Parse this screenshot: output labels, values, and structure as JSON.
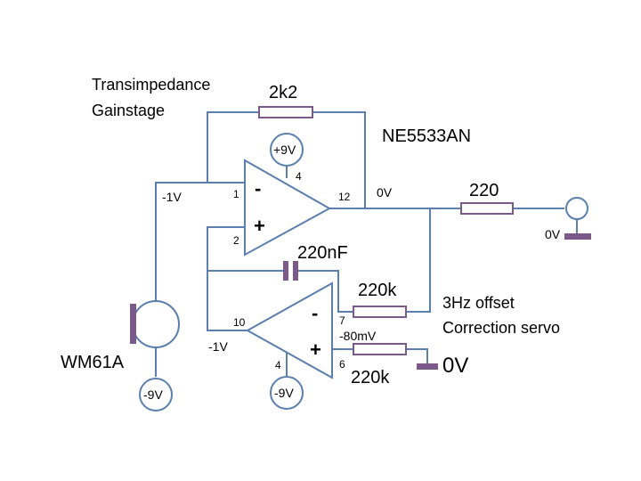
{
  "title_line1": "Transimpedance",
  "title_line2": "Gainstage",
  "opamp_part": "NE5533AN",
  "r_feedback": "2k2",
  "r_output": "220",
  "c_servo": "220nF",
  "r_servo_in": "220k",
  "r_servo_bias": "220k",
  "servo_line1": "3Hz offset",
  "servo_line2": "Correction servo",
  "mic": "WM61A",
  "supply_pos": "+9V",
  "supply_neg_mic": "-9V",
  "supply_neg_servo": "-9V",
  "v_inv": "-1V",
  "v_servo_out": "-1V",
  "v_out": "0V",
  "v_out_jack": "0V",
  "v_servo_bias": "-80mV",
  "v_gnd": "0V",
  "pins": {
    "p1": "1",
    "p2": "2",
    "p4a": "4",
    "p12": "12",
    "p10": "10",
    "p7": "7",
    "p6": "6",
    "p4b": "4"
  },
  "signs": {
    "minus": "-",
    "plus": "+"
  }
}
